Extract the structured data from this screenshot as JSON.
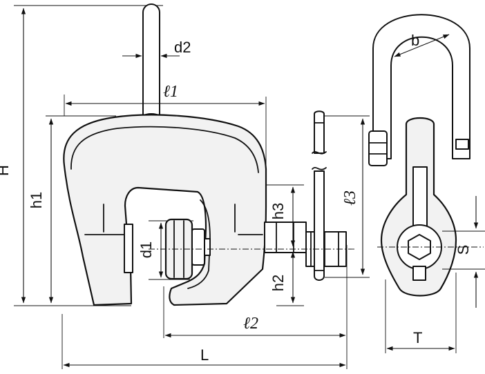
{
  "labels": {
    "H": "H",
    "h1": "h1",
    "h2": "h2",
    "h3": "h3",
    "d1": "d1",
    "d2": "d2",
    "l1": "ℓ1",
    "l2": "ℓ2",
    "l3": "ℓ3",
    "L": "L",
    "b": "b",
    "S": "S",
    "T": "T"
  },
  "icons": {
    "arrowhead": "arrowhead-icon",
    "hex_nut": "hex-nut-icon"
  },
  "colors": {
    "line": "#111111",
    "fill": "#f2f2f2",
    "background": "#ffffff"
  }
}
